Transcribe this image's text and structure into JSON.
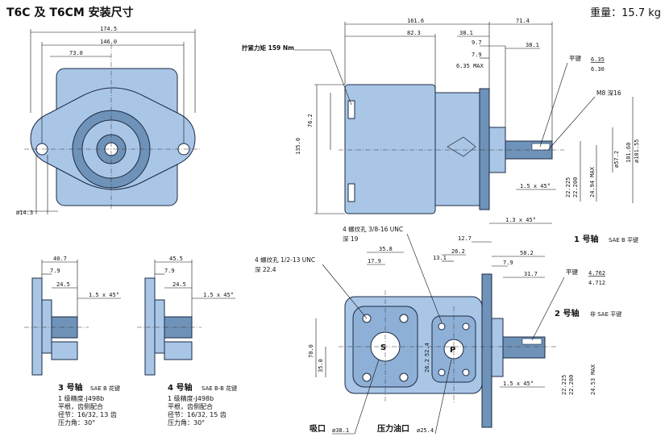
{
  "title": "T6C 及 T6CM 安装尺寸",
  "weight": "重量：15.7 kg",
  "front_view": {
    "dims": [
      "174.5",
      "146.0",
      "73.0",
      "ø14.3"
    ]
  },
  "side_view": {
    "dims": [
      "161.6",
      "82.3",
      "38.1",
      "9.7",
      "7.9",
      "6.35 MAX",
      "71.4",
      "38.1",
      "76.2",
      "135.0",
      "1.5 x 45°",
      "1.3 x 45°",
      "22.225",
      "22.200",
      "24.94 MAX",
      "ø57.2",
      "101.60",
      "ø101.55"
    ],
    "torque": "拧紧力矩 159 Nm",
    "key_label": "平键",
    "key_top": "6.35",
    "key_bottom": "6.30",
    "thread": "M8 深16",
    "shaft_title": "1 号轴",
    "shaft_sub": "SAE B 平键"
  },
  "shaft3": {
    "dims": [
      "40.7",
      "7.9",
      "24.5",
      "1.5 x 45°"
    ],
    "title": "3 号轴",
    "sub": "SAE B 花键",
    "notes": [
      "1 级精度-J498b",
      "平根，齿侧配合",
      "径节：16/32, 13 齿",
      "压力角：30°"
    ]
  },
  "shaft4": {
    "dims": [
      "45.5",
      "7.9",
      "24.5",
      "1.5 x 45°"
    ],
    "title": "4 号轴",
    "sub": "SAE B-B 花键",
    "notes": [
      "1 级精度-J498b",
      "平根，齿侧配合",
      "径节：16/32, 15 齿",
      "压力角：30°"
    ]
  },
  "port_view": {
    "hole_top_a": "4 螺纹孔 3/8-16 UNC",
    "hole_top_b": "深 19",
    "hole_left_a": "4 螺纹孔 1/2-13 UNC",
    "hole_left_b": "深 22.4",
    "dims": [
      "35.8",
      "17.9",
      "13.1",
      "26.2",
      "12.7",
      "58.2",
      "7.9",
      "31.7",
      "70.0",
      "35.0",
      "52.4",
      "26.2",
      "1.5 x 45°",
      "22.225",
      "22.200",
      "24.53 MAX"
    ],
    "suction": "吸口",
    "suction_dia": "ø38.1",
    "pressure": "压力油口",
    "pressure_dia": "ø25.4",
    "s_mark": "S",
    "p_mark": "P",
    "key_label": "平键",
    "key_top": "4.762",
    "key_bottom": "4.712",
    "shaft_title": "2 号轴",
    "shaft_sub": "非 SAE 平键"
  }
}
